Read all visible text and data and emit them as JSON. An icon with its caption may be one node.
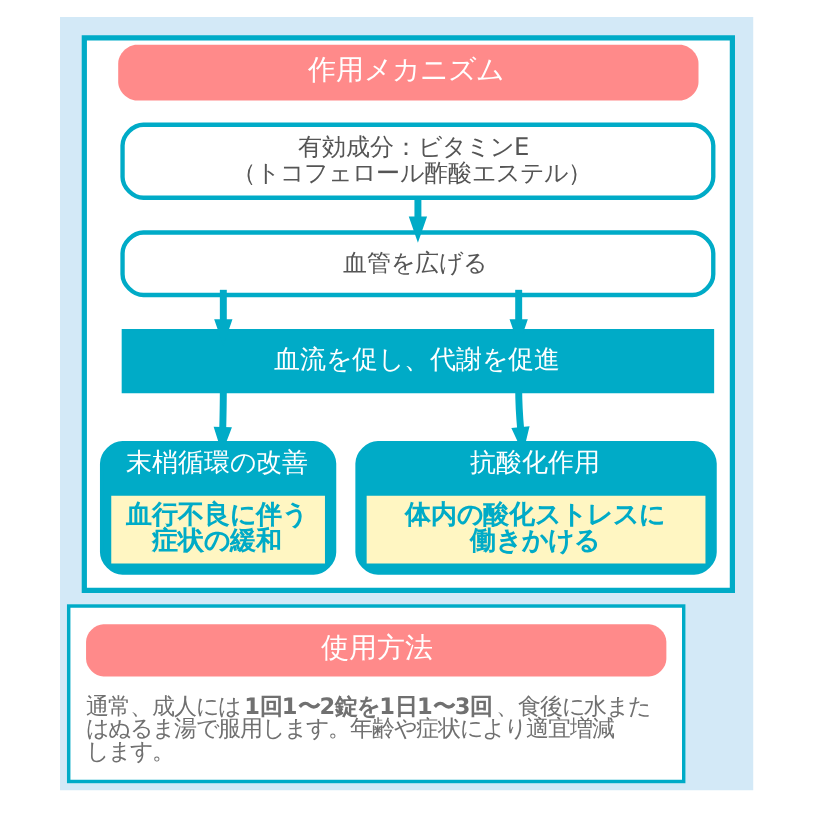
{
  "diagram": {
    "nodes": [
      {
        "text": [
          "作用メカニズム"
        ]
      },
      {
        "text": [
          "有効成分：ビタミンE",
          "（トコフェロール酢酸エステル）"
        ],
        "in": 0
      },
      {
        "text": [
          "血管を広げる"
        ],
        "in": 0
      },
      {
        "text": [
          "血流を促し、代謝を促進"
        ],
        "in": 0
      },
      {
        "text": [
          "末梢循環の改善"
        ],
        "in": 0
      },
      {
        "text": [
          "血行不良に伴う症状の緩和"
        ],
        "in": 4
      },
      {
        "text": [
          "抗酸化作用"
        ],
        "in": 0
      },
      {
        "text": [
          "体内の酸化ストレスに働きかける"
        ],
        "in": 6
      },
      {
        "text": [
          "使用方法",
          "通常、成人には**1回1〜2錠を1日1〜3回**、食後に水またはぬるま湯で服用します。年齢や症状により適宜増減します。"
        ]
      }
    ],
    "edges": [
      {
        "from": 1,
        "to": 2,
        "arrow": "to"
      },
      {
        "from": 2,
        "to": 3,
        "arrow": "to"
      },
      {
        "from": 2,
        "to": 3,
        "arrow": "to"
      },
      {
        "from": 3,
        "to": 4,
        "arrow": "to"
      },
      {
        "from": 3,
        "to": 6,
        "arrow": "to"
      }
    ]
  }
}
